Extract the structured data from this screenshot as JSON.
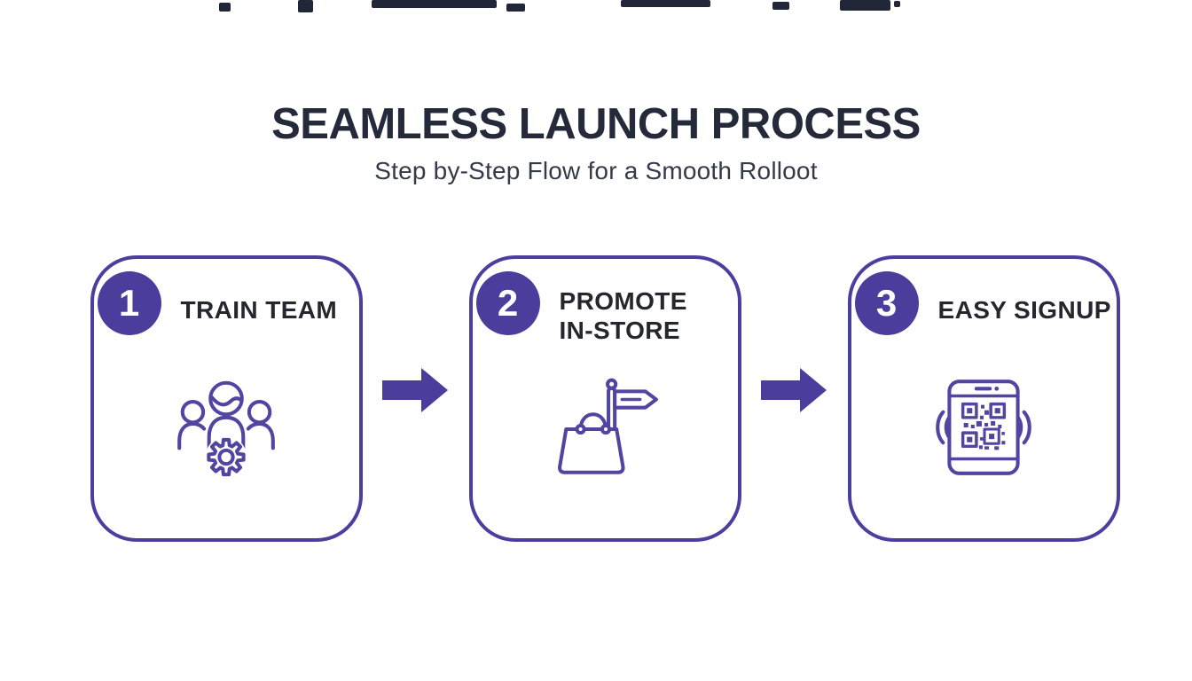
{
  "header": {
    "title": "SEAMLESS LAUNCH PROCESS",
    "subtitle": "Step by-Step Flow for a Smooth Rolloot"
  },
  "steps": [
    {
      "number": "1",
      "label_lines": [
        "TRAIN TEAM"
      ],
      "icon": "team-gear-icon"
    },
    {
      "number": "2",
      "label_lines": [
        "PROMOTE",
        "IN-STORE"
      ],
      "icon": "shopping-bag-signpost-icon"
    },
    {
      "number": "3",
      "label_lines": [
        "EASY SIGNUP"
      ],
      "icon": "phone-qr-scan-icon"
    }
  ],
  "arrows": [
    {
      "direction": "right"
    },
    {
      "direction": "right"
    }
  ],
  "colors": {
    "accent_purple": "#4a3f9e",
    "badge_purple": "#4a3d9b",
    "icon_stroke": "#5145a2",
    "title_text": "#242a3a",
    "subtitle_text": "#343a48",
    "label_text": "#26262e",
    "background": "#ffffff"
  }
}
